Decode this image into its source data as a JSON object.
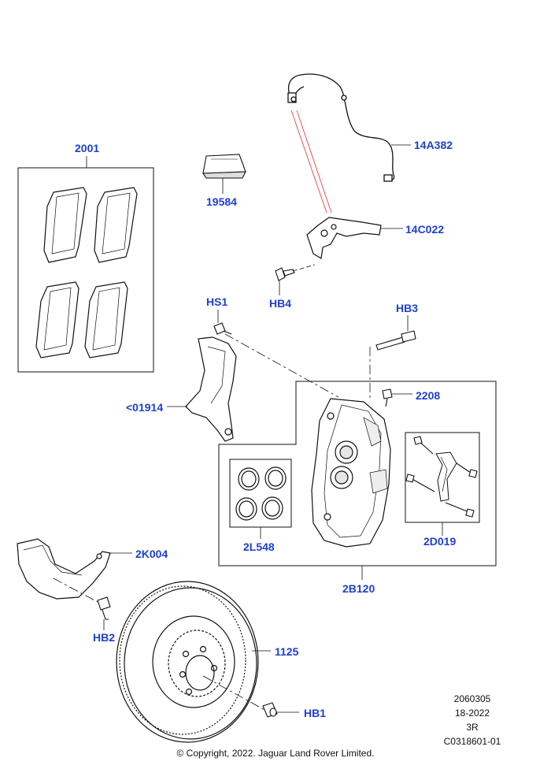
{
  "callouts": {
    "c2001": "2001",
    "c19584": "19584",
    "c14A382": "14A382",
    "c14C022": "14C022",
    "cHS1": "HS1",
    "cHB4": "HB4",
    "cHB3": "HB3",
    "c01914": "<01914",
    "c2208": "2208",
    "c2L548": "2L548",
    "c2D019": "2D019",
    "c2K004": "2K004",
    "c2B120": "2B120",
    "cHB2": "HB2",
    "c1125": "1125",
    "cHB1": "HB1"
  },
  "meta": {
    "line1": "2060305",
    "line2": "18-2022",
    "line3": "3R",
    "line4": "C0318601-01"
  },
  "copyright": "© Copyright, 2022. Jaguar Land Rover Limited.",
  "colors": {
    "callout": "#1f3fd0",
    "lines": "#111111",
    "sensor_wire": "#e03030"
  }
}
